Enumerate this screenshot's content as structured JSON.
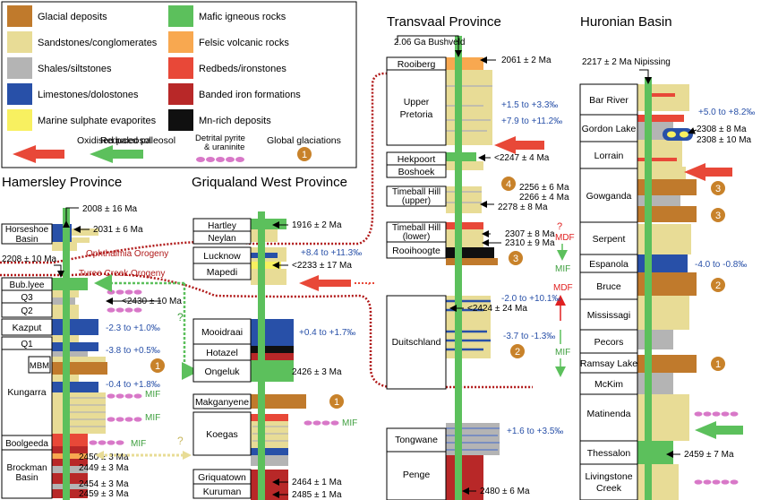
{
  "legend": {
    "items": [
      {
        "label": "Glacial deposits",
        "color": "#c07a2c"
      },
      {
        "label": "Sandstones/conglomerates",
        "color": "#e8dc96"
      },
      {
        "label": "Shales/siltstones",
        "color": "#b4b4b4"
      },
      {
        "label": "Limestones/dolostones",
        "color": "#2850a8"
      },
      {
        "label": "Marine sulphate evaporites",
        "color": "#f8f060"
      },
      {
        "label": "Mafic igneous rocks",
        "color": "#5cc05c"
      },
      {
        "label": "Felsic volcanic rocks",
        "color": "#f8a850"
      },
      {
        "label": "Redbeds/ironstones",
        "color": "#e84838"
      },
      {
        "label": "Banded iron formations",
        "color": "#b82828"
      },
      {
        "label": "Mn-rich deposits",
        "color": "#101010"
      }
    ],
    "oxidised": "Oxidised paleosol",
    "reduced": "Reduced paleosol",
    "pyrite": "Detrital pyrite\n& uraninite",
    "glaciations": "Global glaciations",
    "glaciation_number": "1"
  },
  "colors": {
    "red_arrow": "#e84838",
    "green_arrow": "#5cc05c",
    "pyrite": "#d878c8",
    "glaciation": "#c8822a",
    "orogeny": "#b01818",
    "blue_text": "#2850a8",
    "mdf_red": "#e02020",
    "mif_green": "#40a040"
  },
  "hamersley": {
    "title": "Hamersley Province",
    "units": [
      "Horseshoe\nBasin",
      "Bub.lyee",
      "Q3",
      "Q2",
      "Kazput",
      "Q1",
      "MBM",
      "Kungarra",
      "Boolgeeda",
      "Brockman\nBasin"
    ],
    "ages": [
      "2008 ± 16 Ma",
      "2031 ± 6 Ma",
      "2208 ± 10 Ma",
      "<2430 ± 10 Ma",
      "2450 ± 3 Ma",
      "2449 ± 3 Ma",
      "2454 ± 3 Ma",
      "2459 ± 3 Ma"
    ],
    "isotopes": [
      "-2.3 to +1.0‰",
      "-3.8 to +0.5‰",
      "-0.4 to +1.8‰"
    ],
    "mif": [
      "MIF",
      "MIF",
      "MIF"
    ],
    "glaciation": "1",
    "orogeny1": "Ophthalmia Orogeny",
    "orogeny2": "Turee Creek Orogeny",
    "question": "?"
  },
  "griqualand": {
    "title": "Griqualand West Province",
    "units": [
      "Hartley",
      "Neylan",
      "Lucknow",
      "Mapedi",
      "Mooidraai",
      "Hotazel",
      "Ongeluk",
      "Makganyene",
      "Koegas",
      "Griquatown",
      "Kuruman"
    ],
    "ages": [
      "1916 ± 2 Ma",
      "<2233 ± 17 Ma",
      "2426 ± 3 Ma",
      "2464 ± 1 Ma",
      "2485 ± 1 Ma"
    ],
    "isotopes": [
      "+8.4 to +11.3‰",
      "+0.4 to +1.7‰"
    ],
    "mif": "MIF",
    "glaciation": "1",
    "question": "?"
  },
  "transvaal": {
    "title": "Transvaal Province",
    "bushveld": "2.06 Ga Bushveld",
    "units": [
      "Rooiberg",
      "Upper\nPretoria",
      "Hekpoort",
      "Boshoek",
      "Timeball Hill\n(upper)",
      "Timeball Hill\n(lower)",
      "Rooihoogte",
      "Duitschland",
      "Tongwane",
      "Penge"
    ],
    "ages": [
      "2061 ± 2 Ma",
      "<2247 ± 4 Ma",
      "2256 ± 6 Ma",
      "2266 ± 4 Ma",
      "2278 ± 8 Ma",
      "2307 ± 8 Ma",
      "2310 ± 9 Ma",
      "<2424 ± 24 Ma",
      "2480 ± 6 Ma"
    ],
    "isotopes": [
      "+1.5 to +3.3‰",
      "+7.9 to +11.2‰",
      "-2.0 to +10.1‰",
      "-3.7 to -1.3‰",
      "+1.6 to +3.5‰"
    ],
    "glaciations": [
      "4",
      "3",
      "2"
    ],
    "mdf": [
      "MDF",
      "MDF"
    ],
    "mif": [
      "MIF",
      "MIF"
    ],
    "question": "?"
  },
  "huronian": {
    "title": "Huronian Basin",
    "nipissing": "2217 ± 2 Ma Nipissing",
    "units": [
      "Bar River",
      "Gordon Lake",
      "Lorrain",
      "Gowganda",
      "Serpent",
      "Espanola",
      "Bruce",
      "Mississagi",
      "Pecors",
      "Ramsay Lake",
      "McKim",
      "Matinenda",
      "Thessalon",
      "Livingstone\nCreek"
    ],
    "ages": [
      "2308 ± 8 Ma",
      "2308 ± 10 Ma",
      "2459 ± 7 Ma"
    ],
    "isotopes": [
      "+5.0 to +8.2‰",
      "-4.0 to -0.8‰"
    ],
    "glaciations": [
      "3",
      "3",
      "2",
      "1"
    ]
  }
}
